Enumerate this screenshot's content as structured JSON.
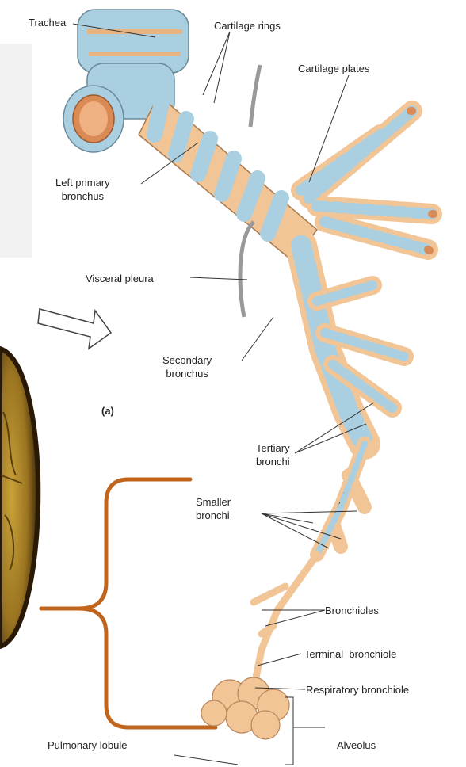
{
  "labels": {
    "trachea": "Trachea",
    "cartilage_rings": "Cartilage rings",
    "cartilage_plates": "Cartilage plates",
    "left_primary_bronchus": [
      "Left primary",
      "bronchus"
    ],
    "visceral_pleura": "Visceral pleura",
    "secondary_bronchus": [
      "Secondary",
      "bronchus"
    ],
    "panel_letter": "(a)",
    "tertiary_bronchi": [
      "Tertiary",
      "bronchi"
    ],
    "smaller_bronchi": [
      "Smaller",
      "bronchi"
    ],
    "bronchioles": "Bronchioles",
    "terminal_bronchiole": "Terminal  bronchiole",
    "respiratory_bronchiole": "Respiratory bronchiole",
    "alveolus": "Alveolus",
    "pulmonary_lobule": "Pulmonary lobule"
  },
  "colors": {
    "cartilage": "#a9cfe0",
    "tissue": "#f2c596",
    "bracket": "#c0651b",
    "micrograph": "#7a5a14",
    "panel_bg": "#f4f4f4"
  }
}
